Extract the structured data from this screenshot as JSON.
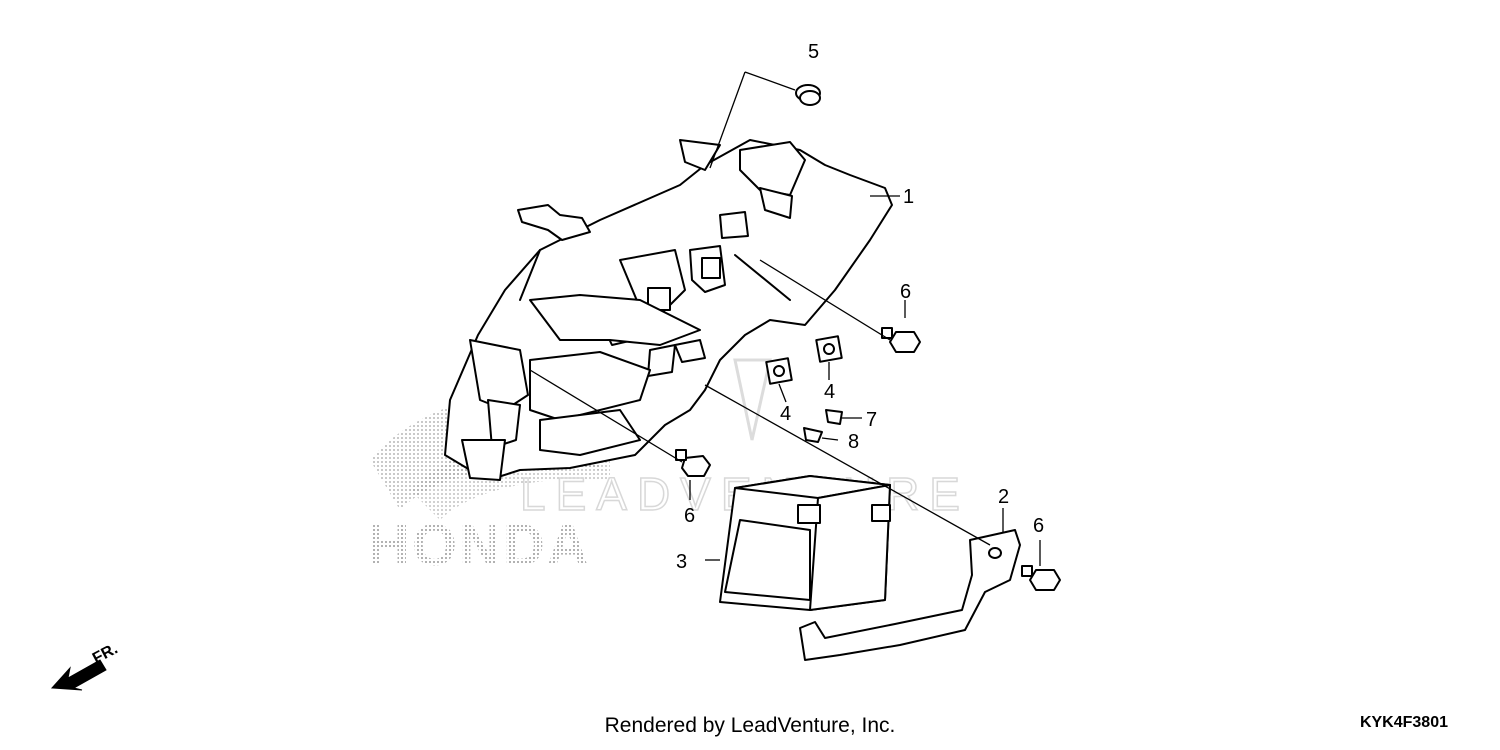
{
  "diagram": {
    "watermark_brand": "HONDA",
    "watermark_lead": "LEADVENTURE",
    "direction_label": "FR.",
    "callouts": [
      {
        "id": "c1",
        "label": "1"
      },
      {
        "id": "c2",
        "label": "2"
      },
      {
        "id": "c3",
        "label": "3"
      },
      {
        "id": "c4a",
        "label": "4"
      },
      {
        "id": "c4b",
        "label": "4"
      },
      {
        "id": "c5",
        "label": "5"
      },
      {
        "id": "c6a",
        "label": "6"
      },
      {
        "id": "c6b",
        "label": "6"
      },
      {
        "id": "c6c",
        "label": "6"
      },
      {
        "id": "c7",
        "label": "7"
      },
      {
        "id": "c8",
        "label": "8"
      }
    ]
  },
  "footer": {
    "credit": "Rendered by LeadVenture, Inc.",
    "diagram_code": "KYK4F3801"
  }
}
